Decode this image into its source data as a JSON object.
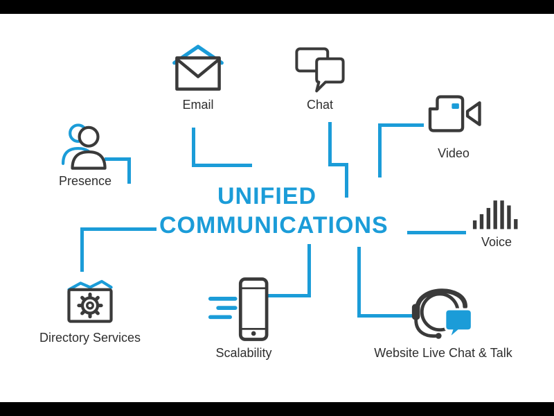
{
  "page": {
    "background": "#ffffff",
    "bar_color": "#000000"
  },
  "colors": {
    "accent": "#1b9cd8",
    "icon": "#3a3a3a",
    "label": "#2e2e2e",
    "bar": "#000000",
    "background": "#ffffff"
  },
  "title": {
    "line1": "UNIFIED",
    "line2": "COMMUNICATIONS"
  },
  "nodes": [
    {
      "id": "email",
      "label": "Email",
      "icon": "email-icon"
    },
    {
      "id": "chat",
      "label": "Chat",
      "icon": "chat-icon"
    },
    {
      "id": "video",
      "label": "Video",
      "icon": "video-icon"
    },
    {
      "id": "presence",
      "label": "Presence",
      "icon": "presence-icon"
    },
    {
      "id": "voice",
      "label": "Voice",
      "icon": "voice-icon"
    },
    {
      "id": "directory",
      "label": "Directory Services",
      "icon": "directory-services-icon"
    },
    {
      "id": "scalability",
      "label": "Scalability",
      "icon": "scalability-icon"
    },
    {
      "id": "website",
      "label": "Website Live Chat & Talk",
      "icon": "website-live-chat-icon"
    }
  ]
}
